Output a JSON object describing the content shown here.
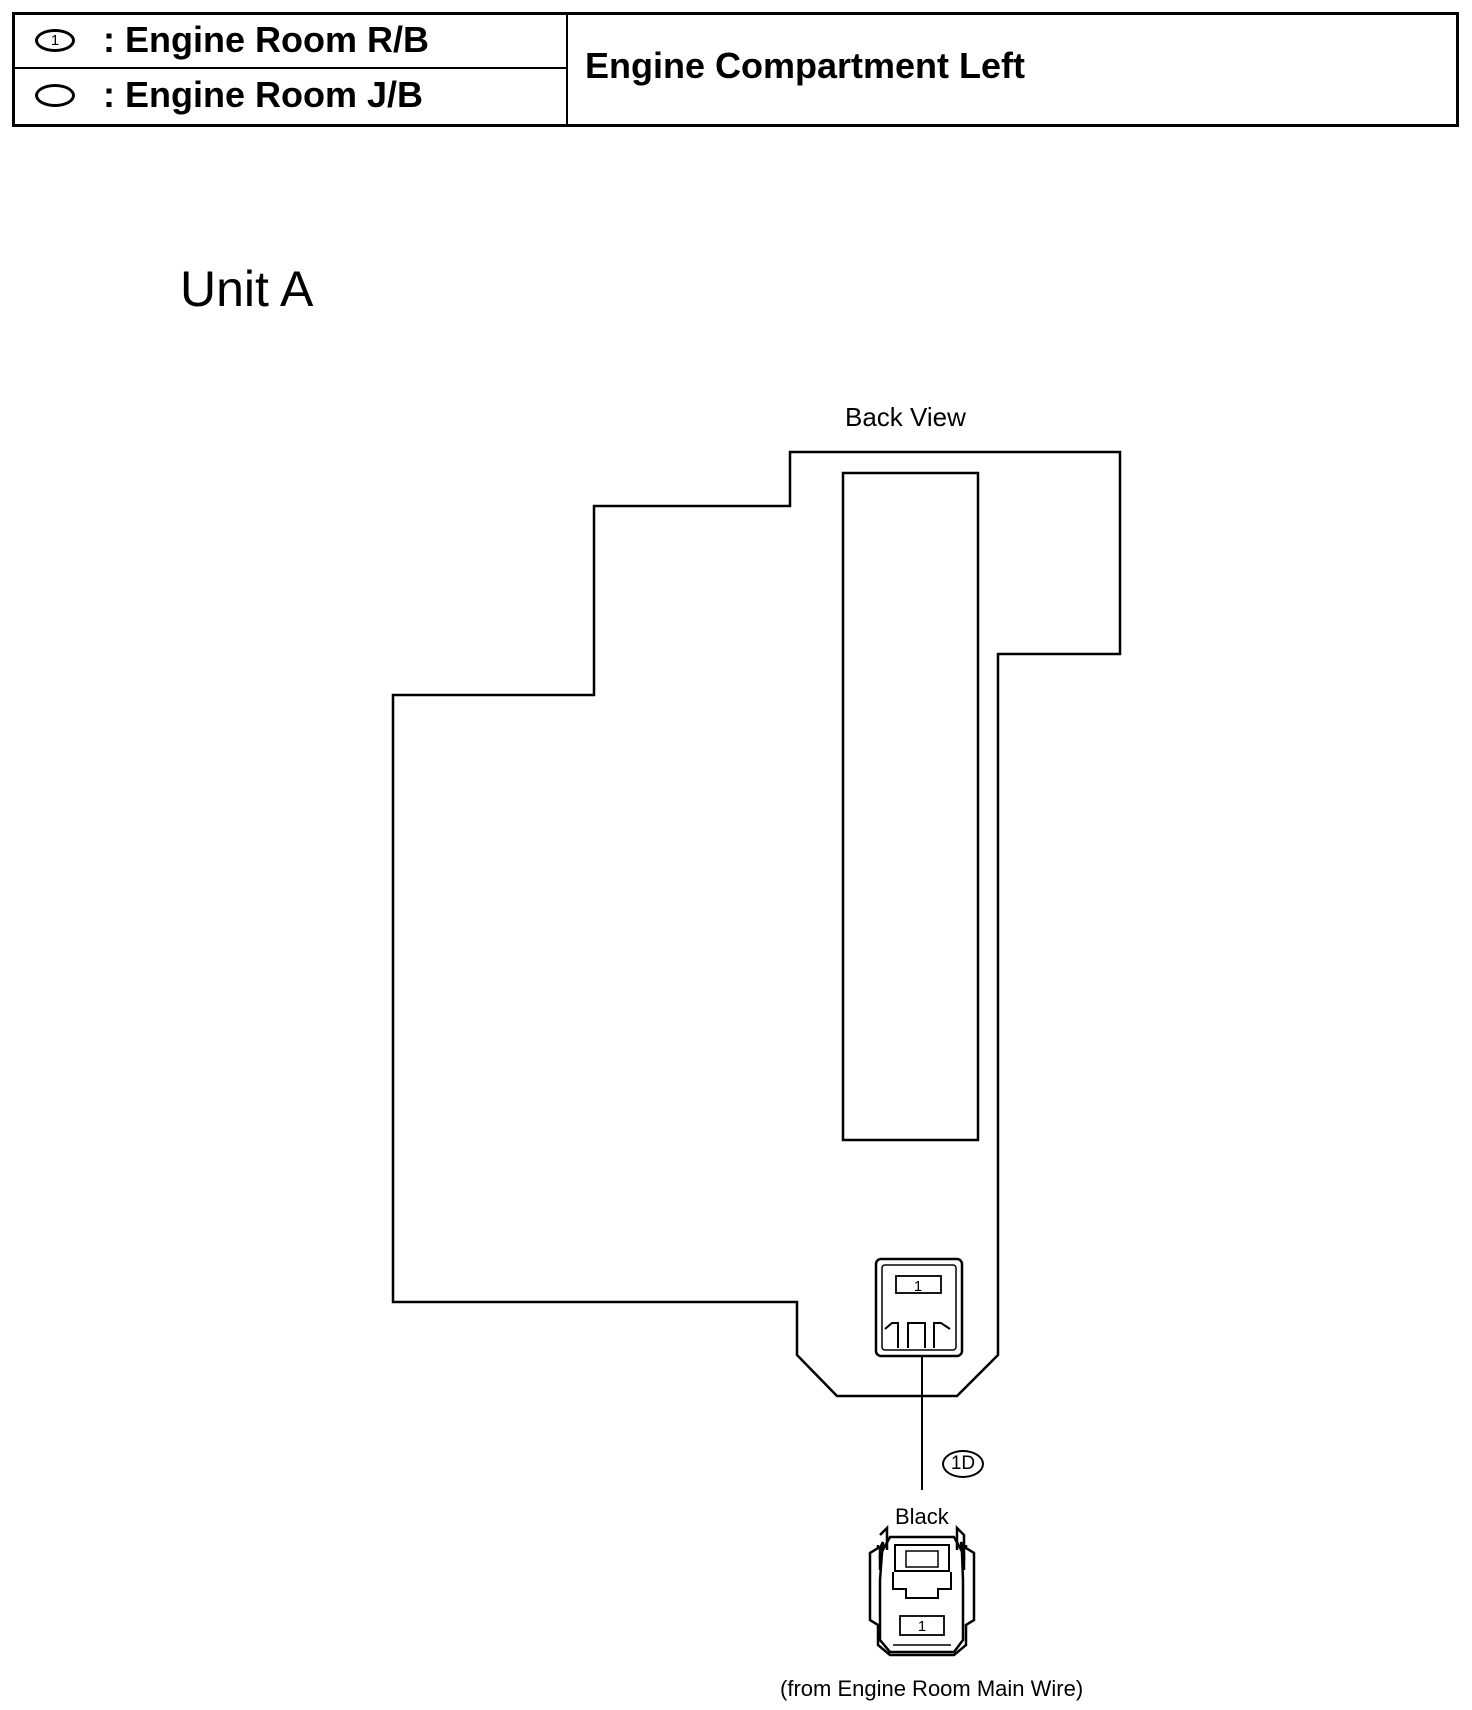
{
  "legend": {
    "items": [
      {
        "symbol_text": "1",
        "label": ": Engine Room R/B"
      },
      {
        "symbol_text": "",
        "label": ": Engine Room J/B"
      }
    ],
    "location": "Engine Compartment Left"
  },
  "unit_title": "Unit A",
  "view_label": "Back View",
  "connector": {
    "code": "1D",
    "terminal_upper": "1",
    "terminal_lower": "1",
    "color": "Black",
    "source": "(from Engine Room Main Wire)"
  }
}
